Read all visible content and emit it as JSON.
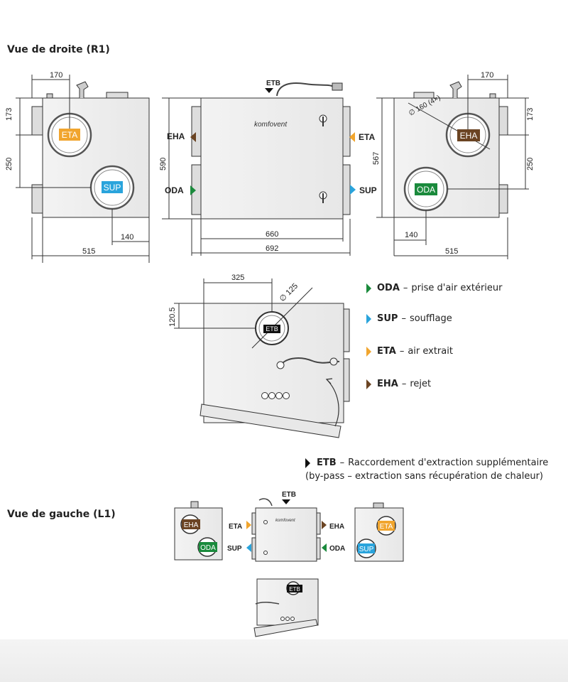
{
  "headings": {
    "right_view": "Vue de droite (R1)",
    "left_view": "Vue de gauche (L1)"
  },
  "brand": "komfovent",
  "ports": {
    "ODA": {
      "code": "ODA",
      "color": "#1a8a3c",
      "desc": "prise d'air extérieur"
    },
    "SUP": {
      "code": "SUP",
      "color": "#2aa4dc",
      "desc": "soufflage"
    },
    "ETA": {
      "code": "ETA",
      "color": "#f1a52e",
      "desc": "air extrait"
    },
    "EHA": {
      "code": "EHA",
      "color": "#6b4423",
      "desc": "rejet"
    },
    "ETB": {
      "code": "ETB",
      "color": "#111111",
      "desc": "Raccordement d'extraction supplémentaire",
      "desc2": "(by-pass – extraction sans récupération de chaleur)"
    }
  },
  "dimensions": {
    "left_top": "170",
    "left_h1": "173",
    "left_h2": "250",
    "left_bottom_offset": "140",
    "left_width": "515",
    "front_height": "590",
    "front_inner_width": "660",
    "front_outer_width": "692",
    "right_top": "170",
    "right_h1": "173",
    "right_h2": "250",
    "right_height": "567",
    "right_diameter": "∅ 160 (4×)",
    "right_bottom_offset": "140",
    "right_width": "515",
    "bottom_left": "325",
    "bottom_height": "120.5",
    "bottom_diameter": "∅ 125"
  },
  "dash": "–"
}
